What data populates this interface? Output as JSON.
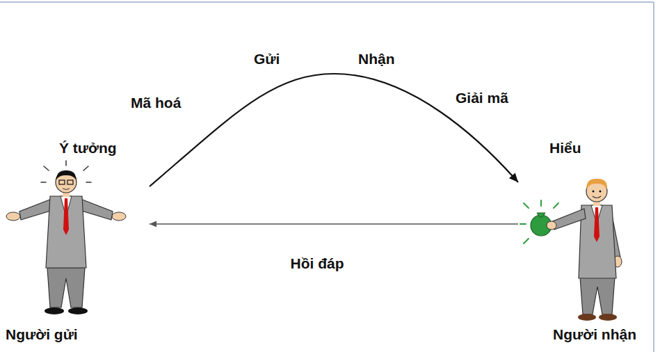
{
  "diagram": {
    "nodes": [
      {
        "text": [
          "Ý tưởng",
          "Người gửi"
        ]
      },
      {
        "text": [
          "Hiểu",
          "Người nhận"
        ]
      }
    ],
    "edges": [
      {
        "from": 0,
        "to": 1,
        "arrow": "to"
      },
      {
        "from": 1,
        "to": 0,
        "arrow": "to",
        "label": "Hồi đáp"
      }
    ],
    "labels": [
      "Gửi",
      "Nhận",
      "Mã hoá",
      "Giải mã"
    ]
  }
}
